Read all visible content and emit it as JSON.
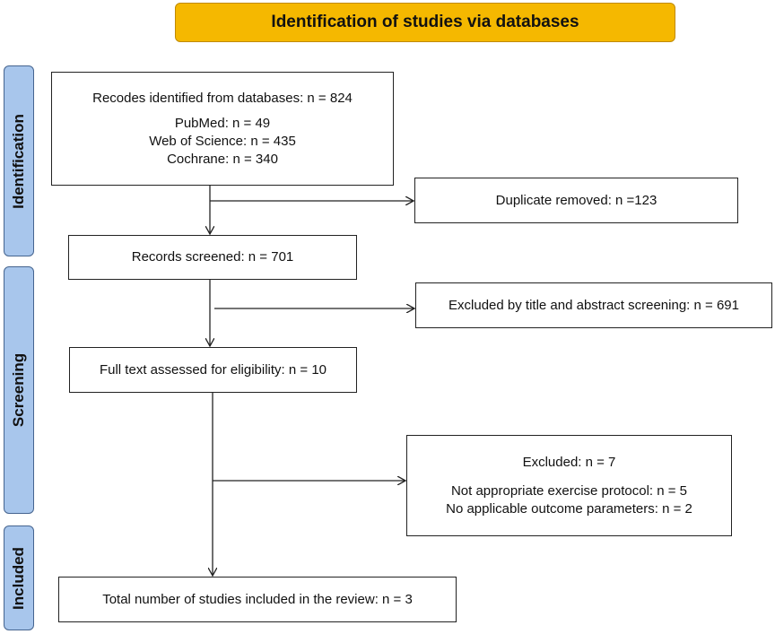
{
  "header": {
    "title": "Identification of studies via databases"
  },
  "stages": {
    "identification": "Identification",
    "screening": "Screening",
    "included": "Included"
  },
  "boxes": {
    "identified": {
      "line1": "Recodes identified from databases: n = 824",
      "line2": "PubMed: n = 49",
      "line3": "Web of Science: n = 435",
      "line4": "Cochrane: n = 340"
    },
    "duplicates": "Duplicate removed: n =123",
    "screened": "Records screened: n = 701",
    "excluded_title_abstract": "Excluded by title and abstract screening: n = 691",
    "full_text": "Full text assessed for eligibility: n = 10",
    "excluded": {
      "line1": "Excluded: n = 7",
      "line2": "Not appropriate exercise protocol: n = 5",
      "line3": "No applicable outcome parameters: n = 2"
    },
    "included": "Total number of studies included in the review: n = 3"
  },
  "colors": {
    "header_fill": "#f5b800",
    "stage_fill": "#a8c6ec",
    "stroke": "#222222"
  }
}
